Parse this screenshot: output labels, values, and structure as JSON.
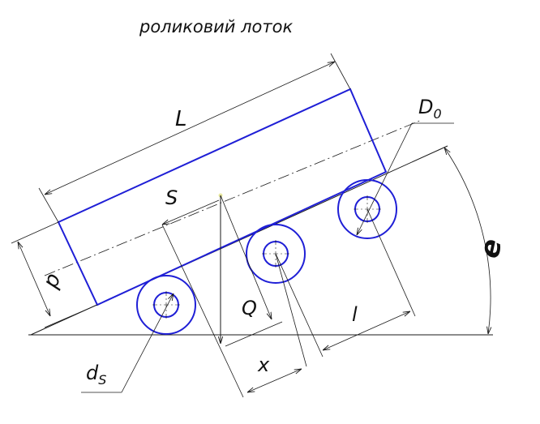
{
  "title": "роликовий лоток",
  "labels": {
    "L": "L",
    "S": "S",
    "D0": "D",
    "D0_sub": "0",
    "p": "p",
    "Q": "Q",
    "l": "l",
    "x": "x",
    "ds": "d",
    "ds_sub": "S",
    "angle": "e"
  },
  "colors": {
    "ink": "#1a1a1a",
    "blue": "#1f1fd6",
    "marker": "#e8e8a0"
  }
}
